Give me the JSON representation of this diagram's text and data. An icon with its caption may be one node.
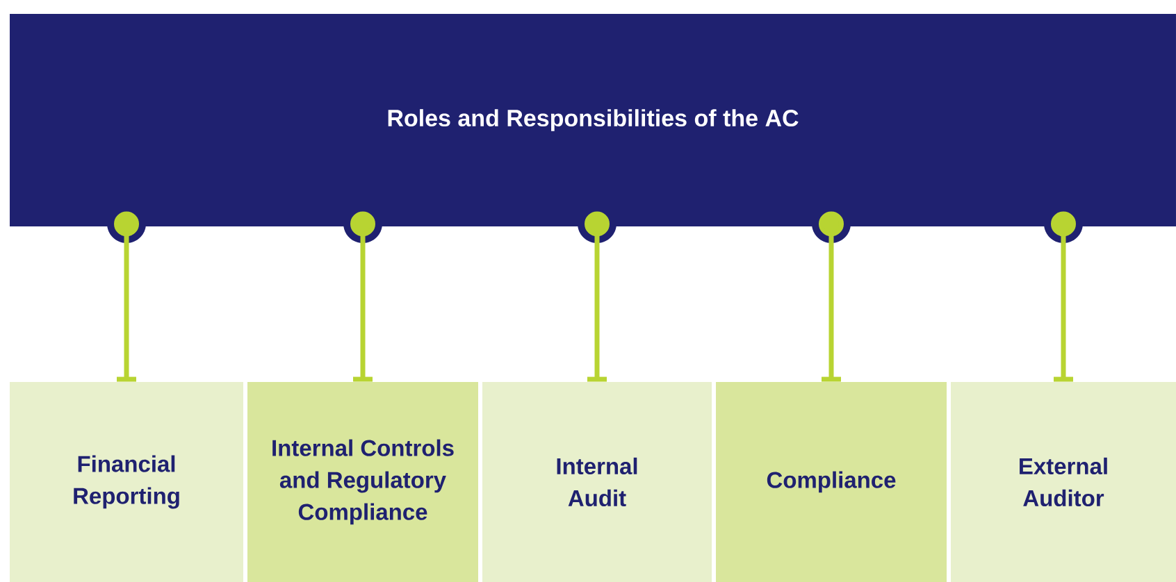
{
  "diagram": {
    "nodes": [
      {
        "text": [
          "Roles and Responsibilities of the AC"
        ]
      },
      {
        "text": [
          "Financial Reporting"
        ]
      },
      {
        "text": [
          "Internal Controls and Regulatory Compliance"
        ]
      },
      {
        "text": [
          "Internal Audit"
        ]
      },
      {
        "text": [
          "Compliance"
        ]
      },
      {
        "text": [
          "External Auditor"
        ]
      }
    ],
    "edges": [
      {
        "from": 0,
        "to": 1,
        "arrow": "other"
      },
      {
        "from": 0,
        "to": 2,
        "arrow": "other"
      },
      {
        "from": 0,
        "to": 3,
        "arrow": "other"
      },
      {
        "from": 0,
        "to": 4,
        "arrow": "other"
      },
      {
        "from": 0,
        "to": 5,
        "arrow": "other"
      }
    ]
  }
}
